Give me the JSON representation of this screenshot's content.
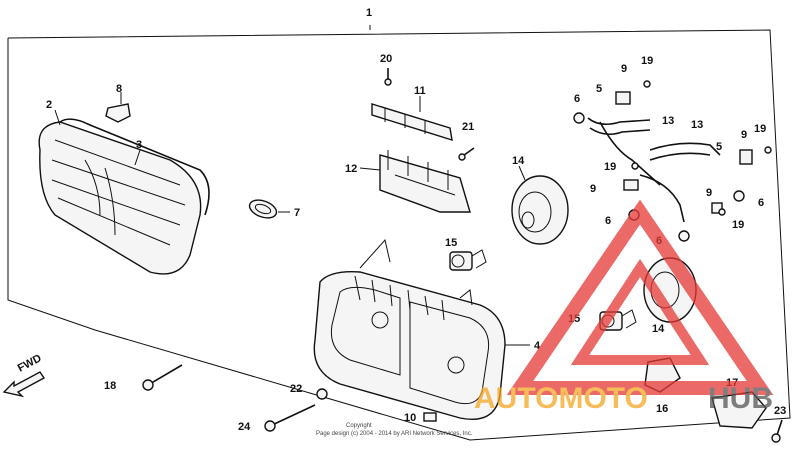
{
  "diagram": {
    "assembly_label": "1",
    "fwd_label": "FWD",
    "copyright_line1": "Copyright",
    "copyright_line2": "Page design (c) 2004 - 2014 by ARI Network Services, Inc.",
    "callouts": {
      "p2": "2",
      "p3": "3",
      "p4": "4",
      "p5a": "5",
      "p5b": "5",
      "p6a": "6",
      "p6b": "6",
      "p6c": "6",
      "p6d": "6",
      "p7": "7",
      "p8": "8",
      "p9a": "9",
      "p9b": "9",
      "p9c": "9",
      "p9d": "9",
      "p10": "10",
      "p11": "11",
      "p12": "12",
      "p13a": "13",
      "p13b": "13",
      "p14a": "14",
      "p14b": "14",
      "p15a": "15",
      "p15b": "15",
      "p16": "16",
      "p17": "17",
      "p18": "18",
      "p19a": "19",
      "p19b": "19",
      "p19c": "19",
      "p19d": "19",
      "p20": "20",
      "p21": "21",
      "p22": "22",
      "p23": "23",
      "p24": "24"
    }
  },
  "watermark": {
    "text_left": "AUTOMOTO",
    "text_right": "HUB",
    "color_primary": "#e53935",
    "color_secondary": "#f5a623",
    "color_dark": "#555555"
  }
}
